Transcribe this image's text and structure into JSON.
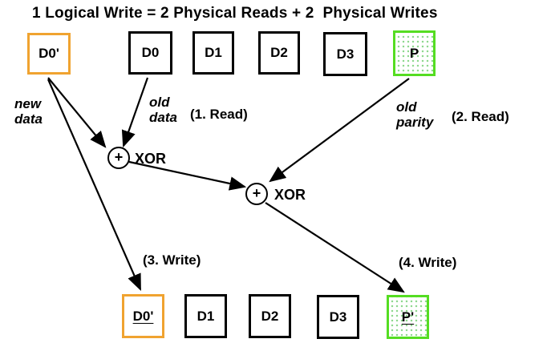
{
  "title": "1 Logical Write = 2 Physical Reads + 2  Physical Writes",
  "colors": {
    "box_border_black": "#000000",
    "box_border_orange": "#F0A330",
    "box_border_green": "#55DD22",
    "green_dot_fill": "#8fd88f",
    "background": "#ffffff"
  },
  "top_row": {
    "boxes": [
      {
        "label": "D0'",
        "style": "orange"
      },
      {
        "label": "D0",
        "style": "black"
      },
      {
        "label": "D1",
        "style": "black"
      },
      {
        "label": "D2",
        "style": "black"
      },
      {
        "label": "D3",
        "style": "black"
      },
      {
        "label": "P",
        "style": "green-dotted"
      }
    ]
  },
  "bottom_row": {
    "boxes": [
      {
        "label": "D0'",
        "style": "orange",
        "underlined": true
      },
      {
        "label": "D1",
        "style": "black"
      },
      {
        "label": "D2",
        "style": "black"
      },
      {
        "label": "D3",
        "style": "black"
      },
      {
        "label": "P'",
        "style": "green-dotted",
        "underlined": true
      }
    ]
  },
  "annotations": {
    "new_data": "new\ndata",
    "old_data": "old\ndata",
    "old_parity": "old\nparity",
    "step1": "(1. Read)",
    "step2": "(2. Read)",
    "step3": "(3. Write)",
    "step4": "(4. Write)"
  },
  "xor1": {
    "plus": "+",
    "label": "XOR"
  },
  "xor2": {
    "plus": "+",
    "label": "XOR"
  }
}
